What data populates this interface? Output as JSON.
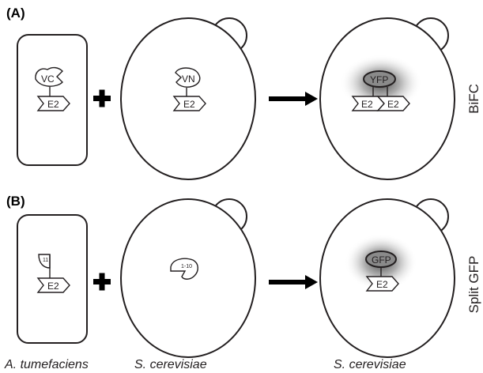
{
  "panels": [
    {
      "label": "(A)",
      "side_label": "BiFC",
      "agro_fragment": "VC",
      "agro_tag": "E2",
      "yeast_fragment": "VN",
      "yeast_tag": "E2",
      "result_fluorophore": "YFP",
      "result_tags": [
        "E2",
        "E2"
      ]
    },
    {
      "label": "(B)",
      "side_label": "Split GFP",
      "agro_fragment": "11",
      "agro_tag": "E2",
      "yeast_fragment": "1-10",
      "result_fluorophore": "GFP",
      "result_tags": [
        "E2"
      ]
    }
  ],
  "organisms": {
    "left": "A. tumefaciens",
    "middle": "S. cerevisiae",
    "right": "S. cerevisiae"
  },
  "colors": {
    "stroke": "#231f20",
    "fluorescence": "#555555",
    "fluorophore_fill": "#8a8a8a"
  },
  "icons": {
    "plus": "plus-icon",
    "arrow": "right-arrow-icon"
  }
}
